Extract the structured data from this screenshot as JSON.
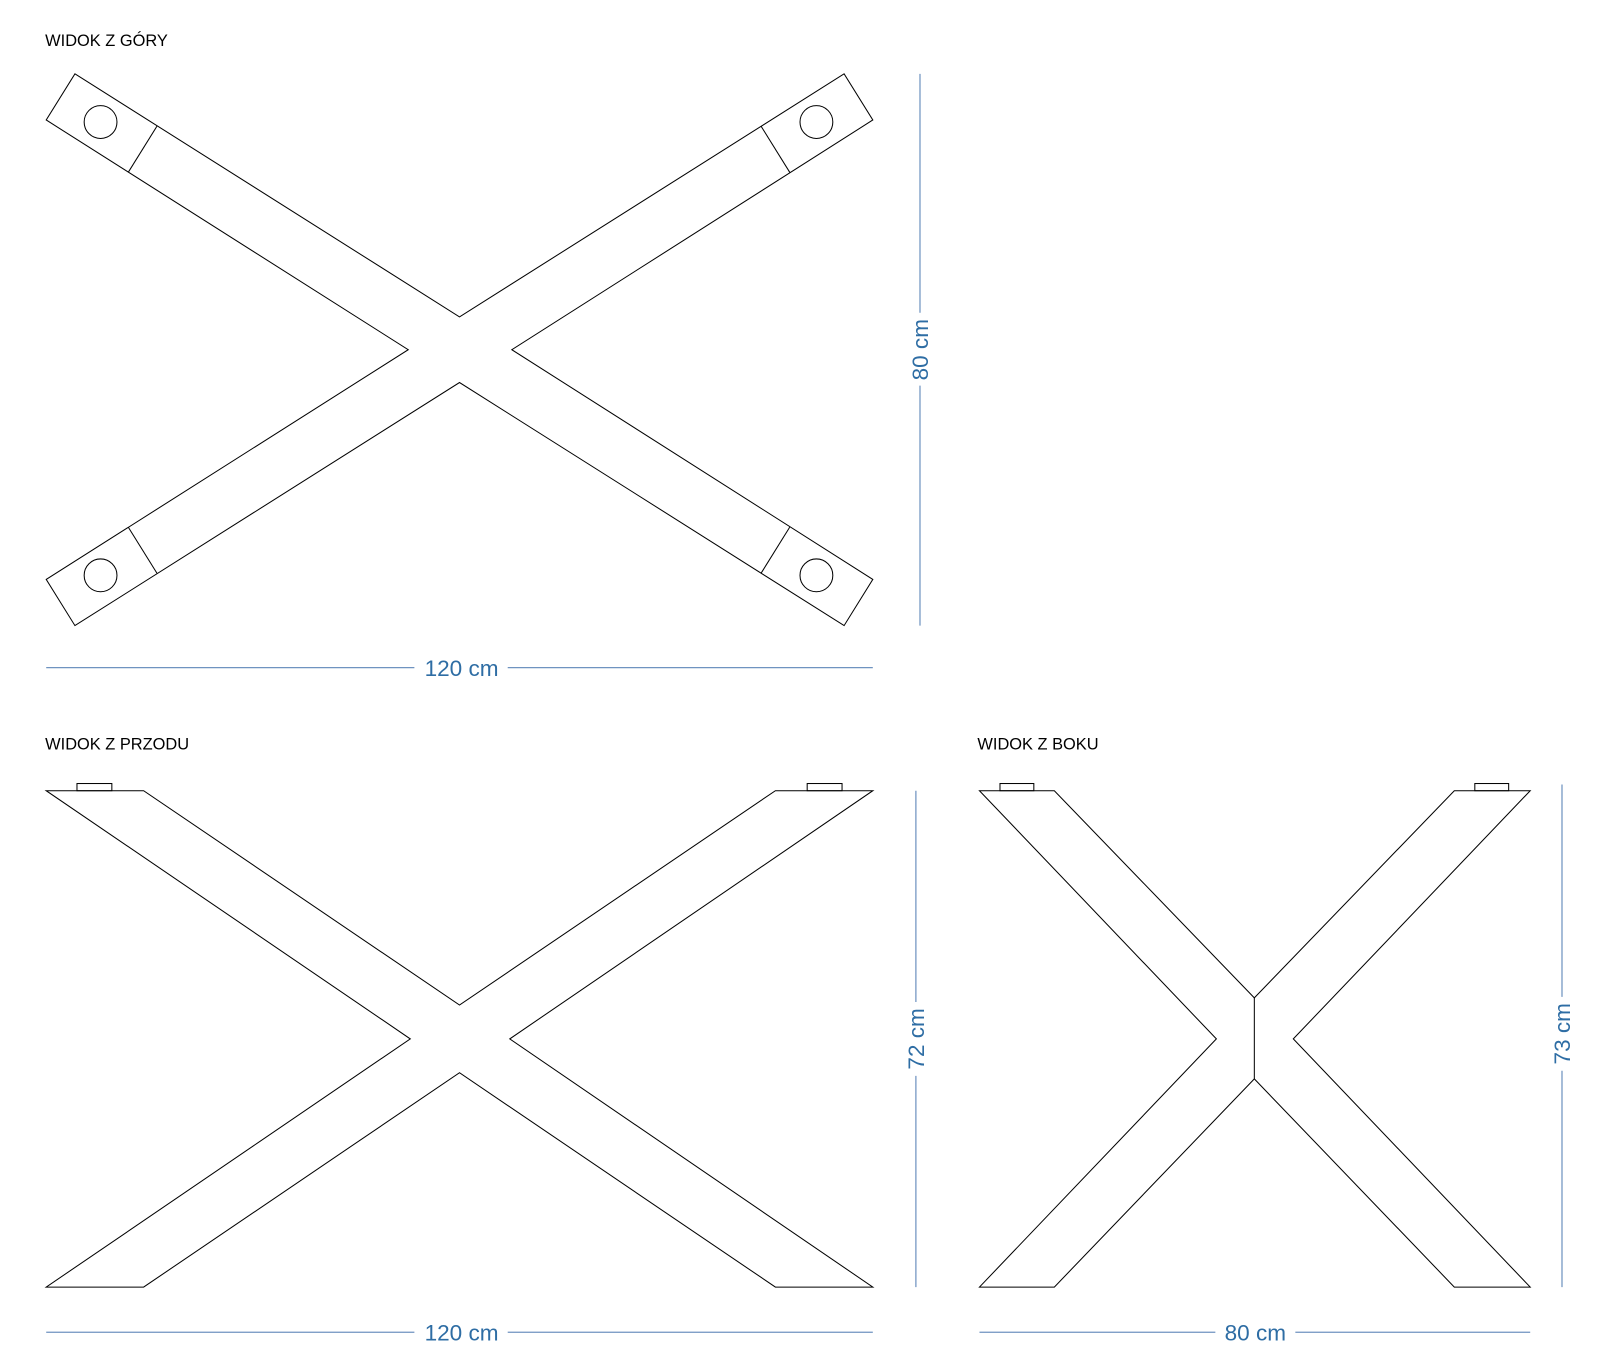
{
  "views": {
    "top": {
      "title": "WIDOK Z GÓRY",
      "width_label": "120 cm",
      "depth_label": "80 cm"
    },
    "front": {
      "title": "WIDOK Z PRZODU",
      "width_label": "120 cm",
      "height_label": "72 cm"
    },
    "side": {
      "title": "WIDOK Z BOKU",
      "width_label": "80 cm",
      "height_label": "73 cm"
    }
  },
  "colors": {
    "dimension": "#2e6da4",
    "outline": "#000000"
  }
}
